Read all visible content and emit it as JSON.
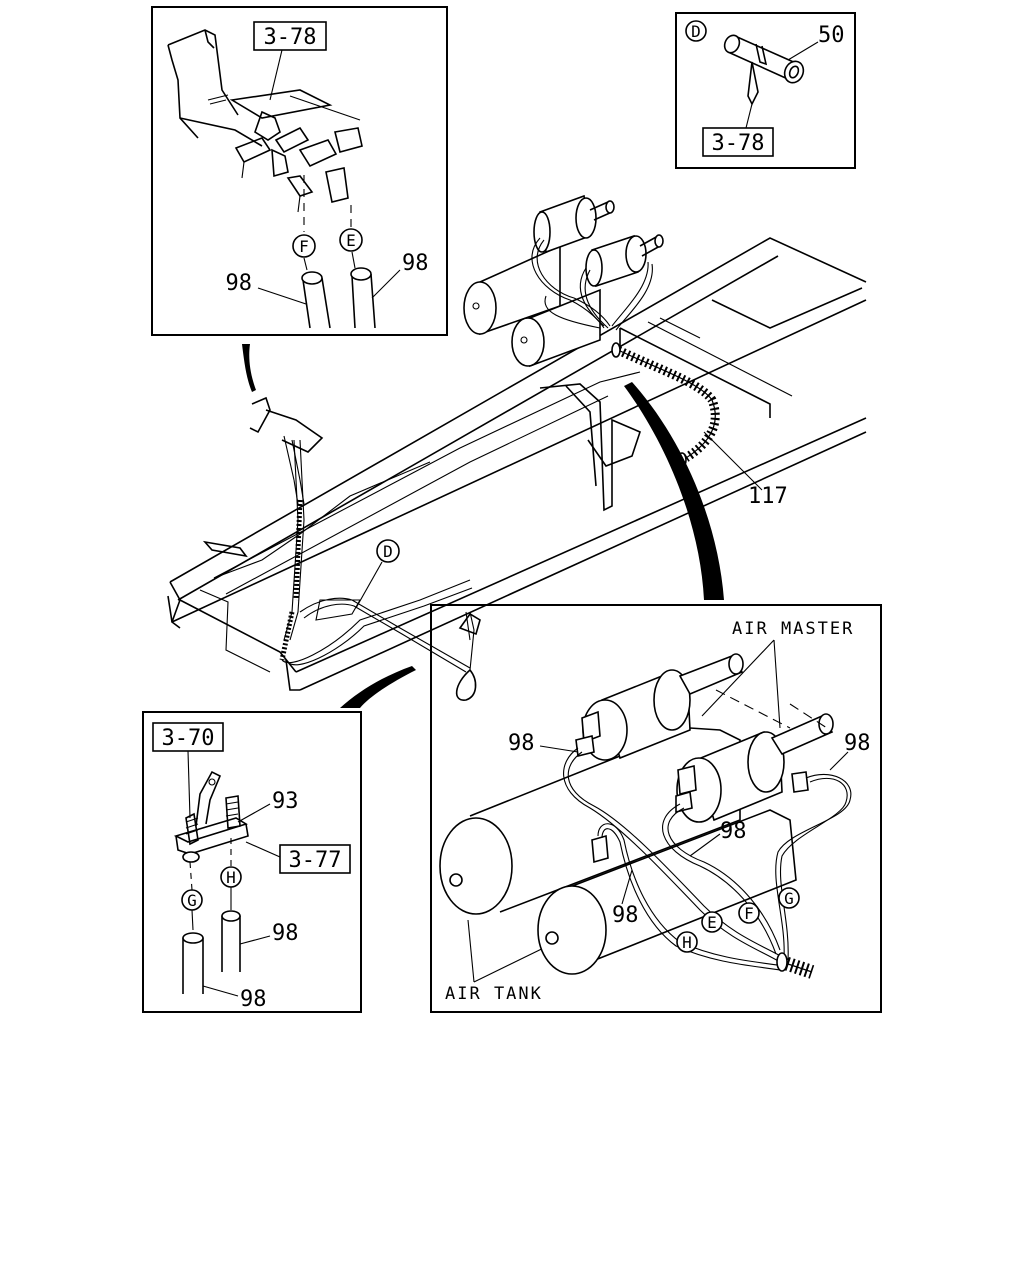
{
  "callouts": {
    "ref_3_78_top": "3-78",
    "ref_3_78_d": "3-78",
    "ref_3_70": "3-70",
    "ref_3_77": "3-77",
    "part_50": "50",
    "part_117": "117",
    "part_93": "93",
    "part_98_a": "98",
    "part_98_b": "98",
    "part_98_c": "98",
    "part_98_d": "98",
    "part_98_e": "98",
    "part_98_f": "98",
    "part_98_g": "98",
    "part_98_h": "98"
  },
  "markers": {
    "D_detail": "D",
    "D_main": "D",
    "F_top": "F",
    "E_top": "E",
    "G_left": "G",
    "H_left": "H",
    "E_right": "E",
    "F_right": "F",
    "G_right": "G",
    "H_right": "H"
  },
  "captions": {
    "air_master": "AIR MASTER",
    "air_tank": "AIR TANK"
  }
}
